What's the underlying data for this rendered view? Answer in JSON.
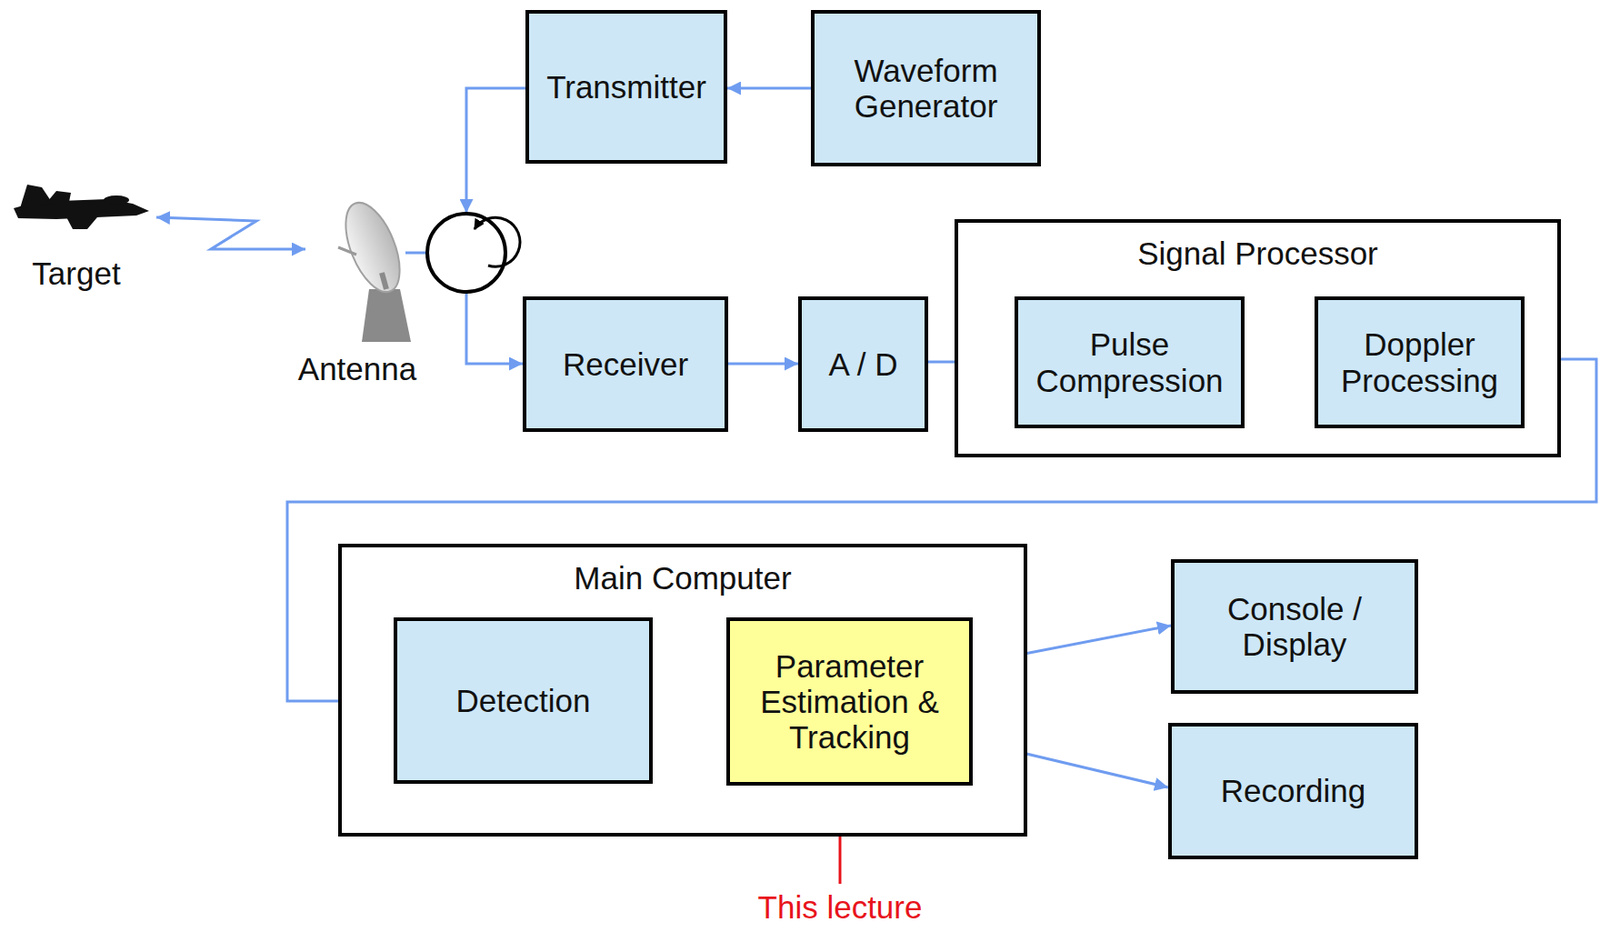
{
  "diagram": {
    "nodes": [
      {
        "text": [
          "Transmitter"
        ]
      },
      {
        "text": [
          "Waveform Generator"
        ]
      },
      {
        "text": [
          "Receiver"
        ]
      },
      {
        "text": [
          "A / D"
        ]
      },
      {
        "text": [
          "Signal Processor"
        ]
      },
      {
        "text": [
          "Pulse Compression"
        ],
        "in": 4
      },
      {
        "text": [
          "Doppler Processing"
        ],
        "in": 4
      },
      {
        "text": [
          "Main Computer"
        ]
      },
      {
        "text": [
          "Detection"
        ],
        "in": 7
      },
      {
        "text": [
          "Parameter Estimation & Tracking"
        ],
        "in": 7
      },
      {
        "text": [
          "Console / Display"
        ]
      },
      {
        "text": [
          "Recording"
        ]
      }
    ],
    "edges": [
      {
        "from": 1,
        "to": 0,
        "arrow": "to"
      },
      {
        "from": 2,
        "to": 3,
        "arrow": "to"
      },
      {
        "from": 3,
        "to": 5,
        "arrow": "to"
      },
      {
        "from": 5,
        "to": 6,
        "arrow": "to"
      },
      {
        "from": 6,
        "to": 8,
        "arrow": "to"
      },
      {
        "from": 8,
        "to": 9,
        "arrow": "to"
      },
      {
        "from": 9,
        "to": 10,
        "arrow": "to"
      },
      {
        "from": 9,
        "to": 11,
        "arrow": "to"
      }
    ],
    "labels": [
      "Target",
      "Antenna",
      "This lecture"
    ]
  }
}
